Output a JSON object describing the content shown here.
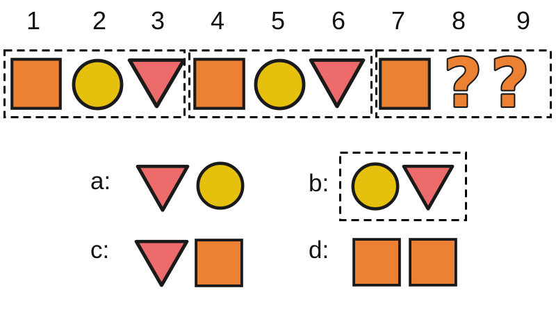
{
  "colors": {
    "background": "#FFFFFF",
    "orange": "#ED8133",
    "yellow": "#E5C00D",
    "red": "#ED6B6B",
    "outline": "#1A1A1A",
    "dash": "#000000"
  },
  "shape_fills": {
    "square": "orange",
    "circle": "yellow",
    "triangle": "red",
    "question": "orange"
  },
  "sequence": {
    "numbers": [
      "1",
      "2",
      "3",
      "4",
      "5",
      "6",
      "7",
      "8",
      "9"
    ],
    "groups": [
      {
        "items": [
          "square",
          "circle",
          "triangle"
        ]
      },
      {
        "items": [
          "square",
          "circle",
          "triangle"
        ]
      },
      {
        "items": [
          "square",
          "question",
          "question"
        ]
      }
    ],
    "question_mark": "?"
  },
  "options": [
    {
      "label": "a:",
      "shapes": [
        "triangle",
        "circle"
      ],
      "highlighted": false
    },
    {
      "label": "b:",
      "shapes": [
        "circle",
        "triangle"
      ],
      "highlighted": true
    },
    {
      "label": "c:",
      "shapes": [
        "triangle",
        "square"
      ],
      "highlighted": false
    },
    {
      "label": "d:",
      "shapes": [
        "square",
        "square"
      ],
      "highlighted": false
    }
  ]
}
